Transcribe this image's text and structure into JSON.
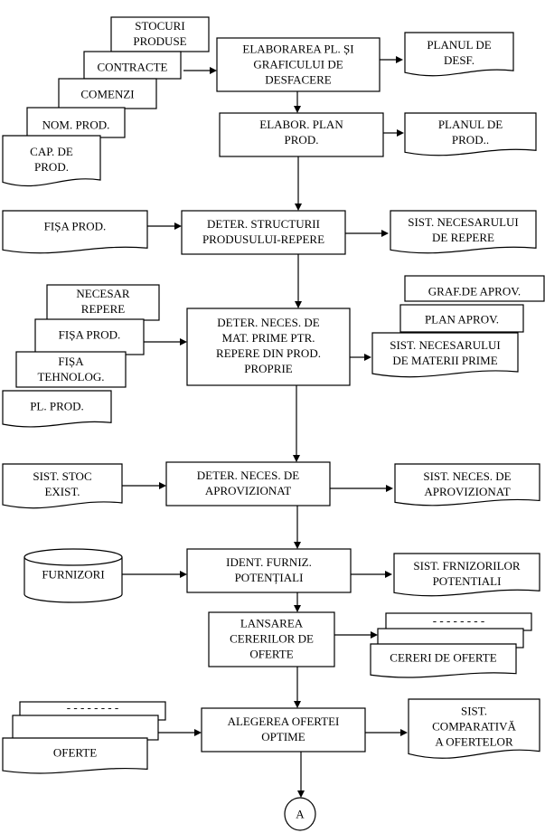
{
  "colors": {
    "stroke": "#000000",
    "fill": "#ffffff"
  },
  "nodes": {
    "stocuri_produse": {
      "lines": [
        "STOCURI",
        "PRODUSE"
      ]
    },
    "contracte": {
      "lines": [
        "CONTRACTE"
      ]
    },
    "comenzi": {
      "lines": [
        "COMENZI"
      ]
    },
    "nom_prod": {
      "lines": [
        "NOM. PROD."
      ]
    },
    "cap_de_prod": {
      "lines": [
        "CAP. DE",
        "PROD."
      ]
    },
    "elaborarea_pl": {
      "lines": [
        "ELABORAREA PL. ȘI",
        "GRAFICULUI DE",
        "DESFACERE"
      ]
    },
    "planul_desf": {
      "lines": [
        "PLANUL DE",
        "DESF."
      ]
    },
    "elabor_plan_prod": {
      "lines": [
        "ELABOR. PLAN",
        "PROD."
      ]
    },
    "planul_prod": {
      "lines": [
        "PLANUL DE",
        "PROD.."
      ]
    },
    "fisa_prod_1": {
      "lines": [
        "FIȘA PROD."
      ]
    },
    "deter_structurii": {
      "lines": [
        "DETER. STRUCTURII",
        "PRODUSULUI-REPERE"
      ]
    },
    "sist_necesar_repere": {
      "lines": [
        "SIST. NECESARULUI",
        "DE REPERE"
      ]
    },
    "necesar_repere": {
      "lines": [
        "NECESAR",
        "REPERE"
      ]
    },
    "fisa_prod_2": {
      "lines": [
        "FIȘA PROD."
      ]
    },
    "fisa_tehnolog": {
      "lines": [
        "FIȘA",
        "TEHNOLOG."
      ]
    },
    "pl_prod": {
      "lines": [
        "PL. PROD."
      ]
    },
    "deter_neces_mat": {
      "lines": [
        "DETER. NECES. DE",
        "MAT. PRIME PTR.",
        "REPERE DIN PROD.",
        "PROPRIE"
      ]
    },
    "graf_aprov": {
      "lines": [
        "GRAF.DE APROV."
      ]
    },
    "plan_aprov": {
      "lines": [
        "PLAN APROV."
      ]
    },
    "sist_necesar_mat": {
      "lines": [
        "SIST. NECESARULUI",
        "DE MATERII PRIME"
      ]
    },
    "sist_stoc": {
      "lines": [
        "SIST. STOC",
        "EXIST."
      ]
    },
    "deter_neces_aprov": {
      "lines": [
        "DETER. NECES. DE",
        "APROVIZIONAT"
      ]
    },
    "sist_neces_aprov": {
      "lines": [
        "SIST. NECES. DE",
        "APROVIZIONAT"
      ]
    },
    "furnizori": {
      "lines": [
        "FURNIZORI"
      ]
    },
    "ident_furniz": {
      "lines": [
        "IDENT. FURNIZ.",
        "POTENȚIALI"
      ]
    },
    "sist_furnizori": {
      "lines": [
        "SIST. FRNIZORILOR",
        "POTENTIALI"
      ]
    },
    "lansarea_cererilor": {
      "lines": [
        "LANSAREA",
        "CERERILOR DE",
        "OFERTE"
      ]
    },
    "cereri_back": {
      "lines": [
        "- - - - - - - -"
      ]
    },
    "cereri_mid": {
      "lines": []
    },
    "cereri_de_oferte": {
      "lines": [
        "CERERI DE OFERTE"
      ]
    },
    "oferte_back": {
      "lines": [
        "- - - - - - - -"
      ]
    },
    "oferte_mid": {
      "lines": []
    },
    "oferte": {
      "lines": [
        "OFERTE"
      ]
    },
    "alegerea_ofertei": {
      "lines": [
        "ALEGEREA OFERTEI",
        "OPTIME"
      ]
    },
    "sist_comparativa": {
      "lines": [
        "SIST.",
        "COMPARATIVĂ",
        "A OFERTELOR"
      ]
    },
    "connector_a": {
      "lines": [
        "A"
      ]
    }
  }
}
